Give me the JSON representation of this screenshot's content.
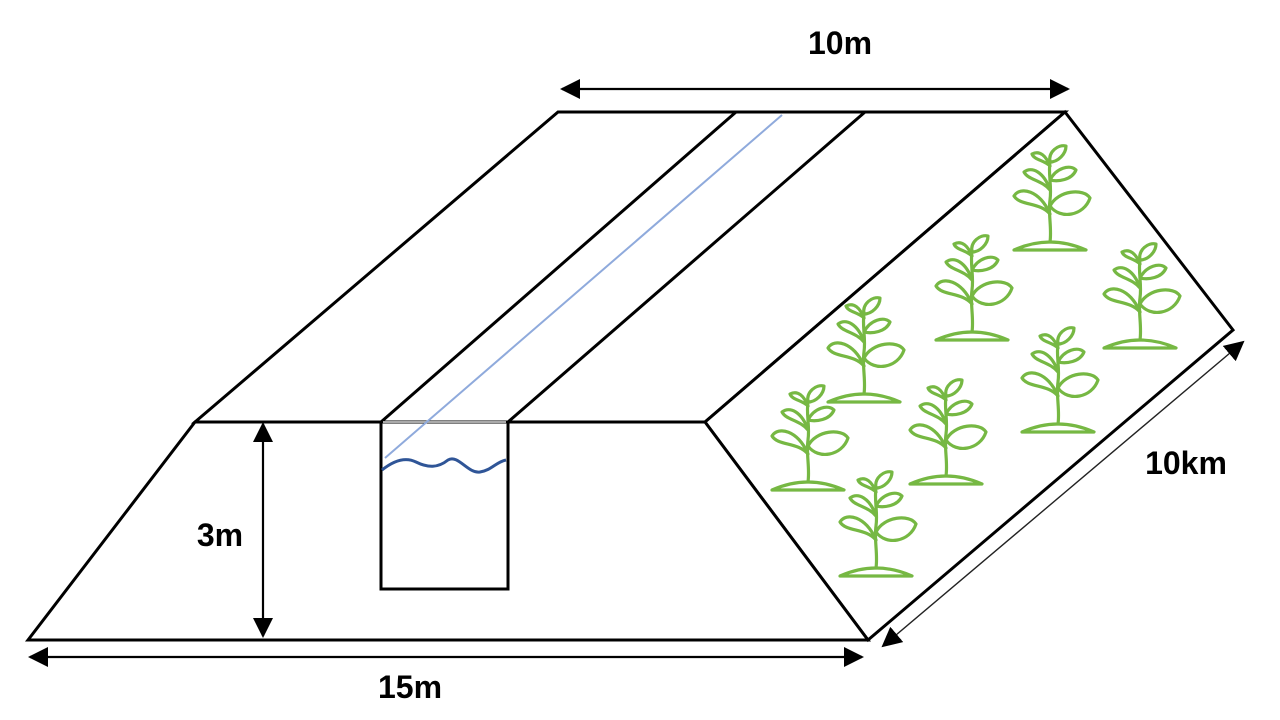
{
  "labels": {
    "top_width": "10m",
    "height": "3m",
    "bottom_width": "15m",
    "length": "10km"
  },
  "colors": {
    "outline": "#000000",
    "plant": "#76b843",
    "water_surface": "#2f5597",
    "flow_line": "#8faadc"
  },
  "plants": {
    "icon": "plant-sprout-icon",
    "count": 8
  }
}
